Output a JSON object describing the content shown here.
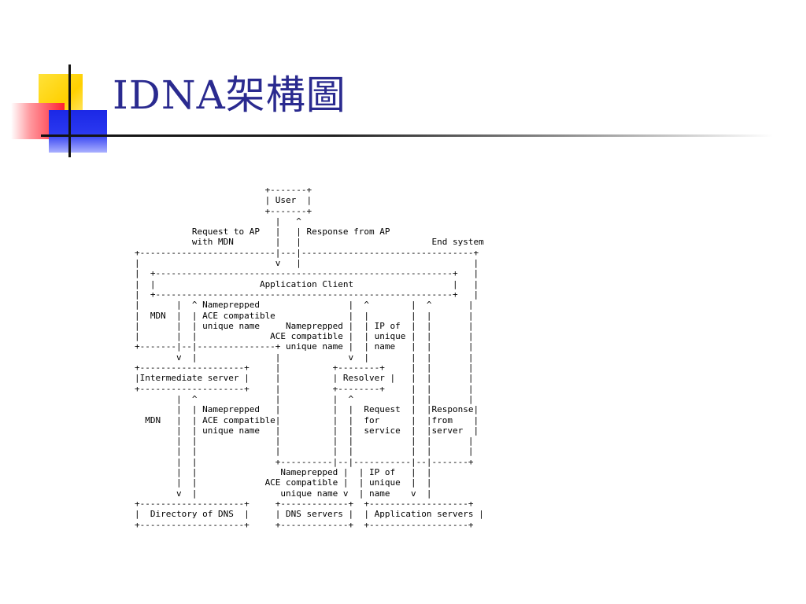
{
  "slide": {
    "title": "IDNA架構圖"
  },
  "diagram": {
    "lines": [
      "                         +-------+",
      "                         | User  |",
      "                         +-------+",
      "                           |   ^",
      "           Request to AP   |   | Response from AP",
      "           with MDN        |   |                         End system",
      "+--------------------------|---|---------------------------------+",
      "|                          v   |                                 |",
      "|  +---------------------------------------------------------+   |",
      "|  |                    Application Client                   |   |",
      "|  +---------------------------------------------------------+   |",
      "|       |  ^ Nameprepped                 |  ^        |  ^       |",
      "|  MDN  |  | ACE compatible              |  |        |  |       |",
      "|       |  | unique name     Nameprepped |  | IP of  |  |       |",
      "|       |  |              ACE compatible |  | unique |  |       |",
      "+-------|--|---------------+ unique name |  | name   |  |       |",
      "        v  |               |             v  |        |  |       |",
      "+--------------------+     |          +--------+     |  |       |",
      "|Intermediate server |     |          | Resolver |   |  |       |",
      "+--------------------+     |          +--------+     |  |       |",
      "        |  ^               |          |  ^           |  |       |",
      "        |  | Nameprepped   |          |  |  Request  |  |Response|",
      "  MDN   |  | ACE compatible|          |  |  for      |  |from    |",
      "        |  | unique name   |          |  |  service  |  |server  |",
      "        |  |               |          |  |           |  |       |",
      "        |  |               |          |  |           |  |       |",
      "        |  |               +----------|--|-----------|--|-------+",
      "        |  |                Nameprepped |  | IP of   |  |",
      "        |  |             ACE compatible |  | unique  |  |",
      "        v  |                unique name v  | name    v  |",
      "+--------------------+     +-------------+  +-------------------+",
      "|  Directory of DNS  |     | DNS servers |  | Application servers |",
      "+--------------------+     +-------------+  +-------------------+"
    ]
  }
}
